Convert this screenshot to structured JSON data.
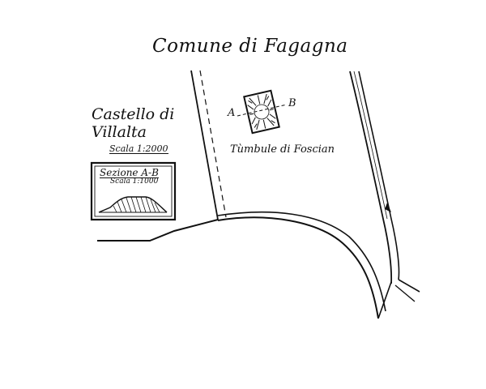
{
  "map": {
    "title": "Comune di Fagagna",
    "castle_line1": "Castello di",
    "castle_line2": "Villalta",
    "castle_scale": "Scala 1:2000",
    "tumulus_label": "Tùmbule di Foscian",
    "point_a": "A",
    "point_b": "B",
    "section_title": "Sezione A-B",
    "section_scale": "Scala 1:1000"
  },
  "colors": {
    "ink": "#111111",
    "paper": "#ffffff"
  }
}
